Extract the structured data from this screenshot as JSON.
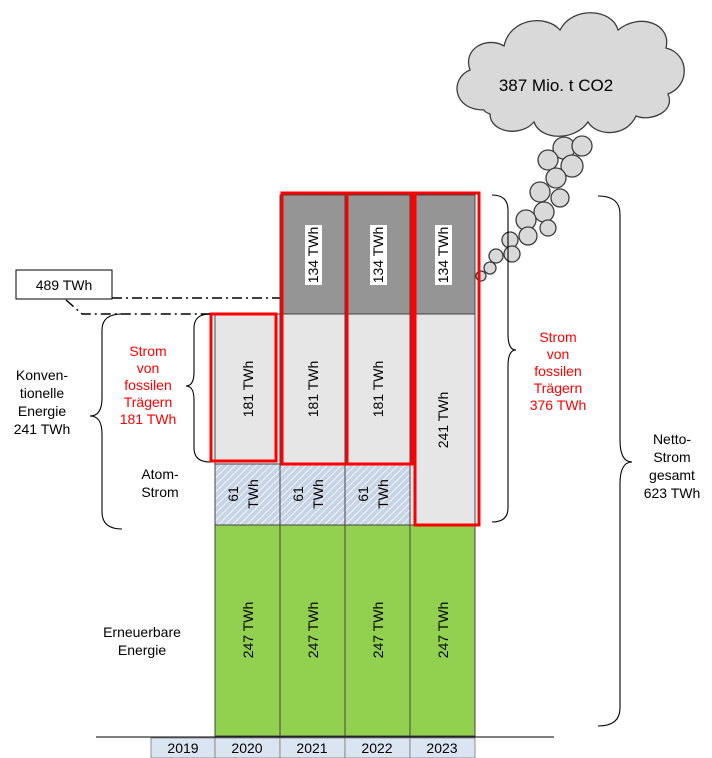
{
  "colors": {
    "renewable": "#92d050",
    "fossil_light": "#e6e6e6",
    "fossil_dark": "#959595",
    "nuclear": "#c7d4e6",
    "highlight": "#ff0000",
    "year_cell": "#dbe5f1"
  },
  "years": [
    "2019",
    "2020",
    "2021",
    "2022",
    "2023"
  ],
  "segments": {
    "renewable": "247 TWh",
    "fossil": "181 TWh",
    "fossil_2023": "241 TWh",
    "extra_fossil": "134 TWh",
    "nuclear_value": "61",
    "nuclear_unit": "TWh"
  },
  "labels": {
    "cloud": "387 Mio. t CO2",
    "box_489": "489 TWh",
    "fossil_left": [
      "Strom",
      "von",
      "fossilen",
      "Trägern",
      "181 TWh"
    ],
    "fossil_right": [
      "Strom",
      "von",
      "fossilen",
      "Trägern",
      "376 TWh"
    ],
    "conventional": [
      "Konven-",
      "tionelle",
      "Energie",
      "241 TWh"
    ],
    "nuclear": [
      "Atom-",
      "Strom"
    ],
    "renewable": [
      "Erneuerbare",
      "Energie"
    ],
    "net": [
      "Netto-",
      "Strom",
      "gesamt",
      "623 TWh"
    ]
  }
}
